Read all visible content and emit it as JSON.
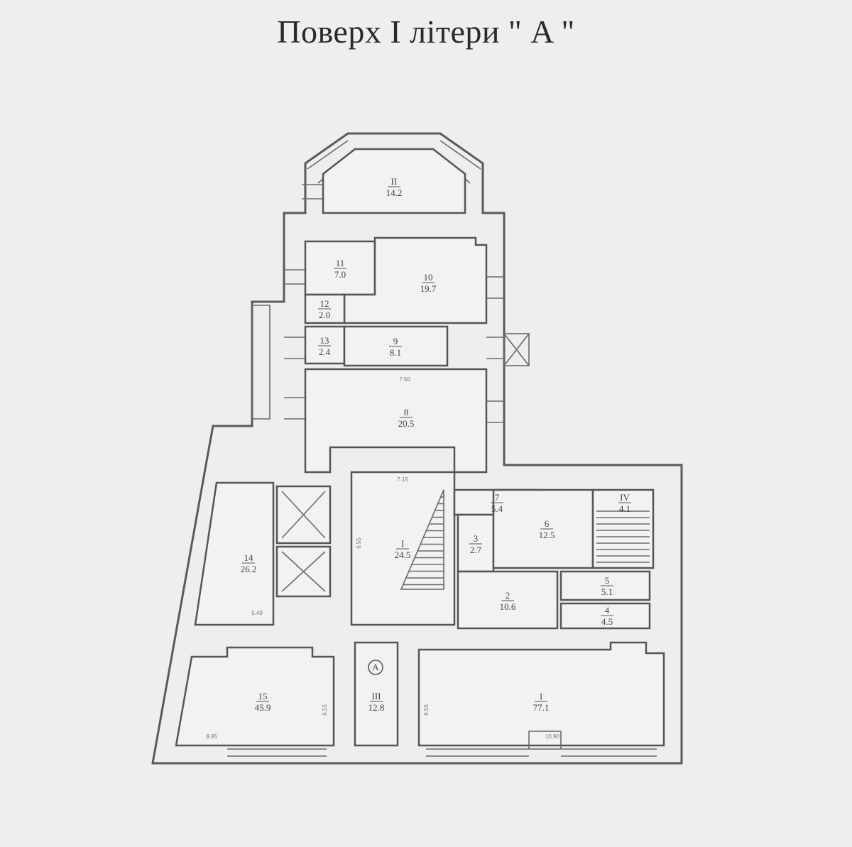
{
  "title": "Поверх I літери \" A \"",
  "rooms": {
    "r_II": {
      "num": "II",
      "area": "14.2"
    },
    "r_11": {
      "num": "11",
      "area": "7.0"
    },
    "r_10": {
      "num": "10",
      "area": "19.7"
    },
    "r_12": {
      "num": "12",
      "area": "2.0"
    },
    "r_13": {
      "num": "13",
      "area": "2.4"
    },
    "r_9": {
      "num": "9",
      "area": "8.1"
    },
    "r_8": {
      "num": "8",
      "area": "20.5"
    },
    "r_I": {
      "num": "I",
      "area": "24.5"
    },
    "r_7": {
      "num": "7",
      "area": "5.4"
    },
    "r_3": {
      "num": "3",
      "area": "2.7"
    },
    "r_6": {
      "num": "6",
      "area": "12.5"
    },
    "r_IV": {
      "num": "IV",
      "area": "4.1"
    },
    "r_2": {
      "num": "2",
      "area": "10.6"
    },
    "r_5": {
      "num": "5",
      "area": "5.1"
    },
    "r_4": {
      "num": "4",
      "area": "4.5"
    },
    "r_14": {
      "num": "14",
      "area": "26.2"
    },
    "r_15": {
      "num": "15",
      "area": "45.9"
    },
    "r_III": {
      "num": "III",
      "area": "12.8"
    },
    "r_1": {
      "num": "1",
      "area": "77.1"
    }
  },
  "dimensions": {
    "d8": "7.50",
    "dI": "7.15",
    "dIv": "6.55",
    "d14": "5.49",
    "d15v": "6.55",
    "d15": "8.95",
    "d1v": "6.55",
    "d1": "10.90"
  },
  "entrance_marker": "A"
}
